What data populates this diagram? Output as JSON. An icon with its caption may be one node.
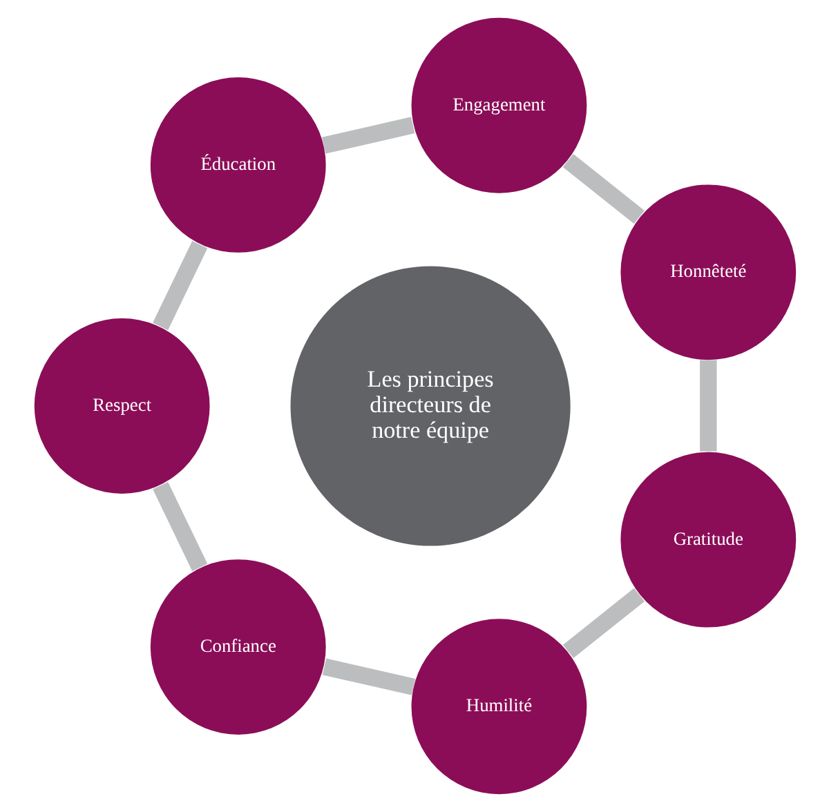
{
  "diagram": {
    "nodes": [
      {
        "text": [
          "Les principes directeurs de notre équipe"
        ]
      },
      {
        "text": [
          "Honnêteté"
        ]
      },
      {
        "text": [
          "Engagement"
        ]
      },
      {
        "text": [
          "Éducation"
        ]
      },
      {
        "text": [
          "Respect"
        ]
      },
      {
        "text": [
          "Confiance"
        ]
      },
      {
        "text": [
          "Humilité"
        ]
      },
      {
        "text": [
          "Gratitude"
        ]
      }
    ],
    "edges": [
      {
        "from": 1,
        "to": 2,
        "arrow": "none"
      },
      {
        "from": 2,
        "to": 3,
        "arrow": "none"
      },
      {
        "from": 3,
        "to": 4,
        "arrow": "none"
      },
      {
        "from": 4,
        "to": 5,
        "arrow": "none"
      },
      {
        "from": 5,
        "to": 6,
        "arrow": "none"
      },
      {
        "from": 6,
        "to": 7,
        "arrow": "none"
      },
      {
        "from": 7,
        "to": 1,
        "arrow": "none"
      }
    ]
  }
}
